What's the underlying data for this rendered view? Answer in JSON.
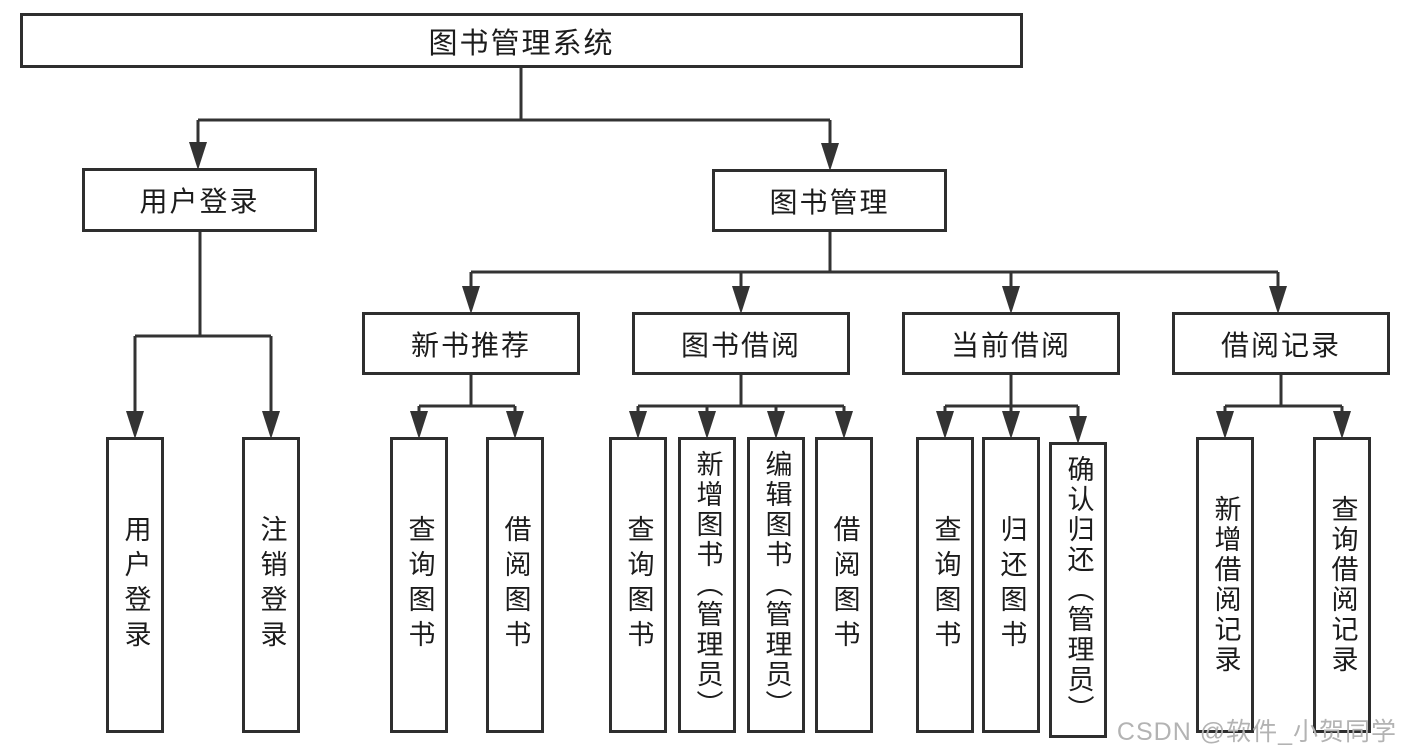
{
  "diagram": {
    "root": {
      "label": "图书管理系统"
    },
    "level2": [
      {
        "label": "用户登录"
      },
      {
        "label": "图书管理"
      }
    ],
    "level3": [
      {
        "label": "新书推荐"
      },
      {
        "label": "图书借阅"
      },
      {
        "label": "当前借阅"
      },
      {
        "label": "借阅记录"
      }
    ],
    "leaves": {
      "user_login": [
        {
          "label": "用户登录"
        },
        {
          "label": "注销登录"
        }
      ],
      "new_books": [
        {
          "label": "查询图书"
        },
        {
          "label": "借阅图书"
        }
      ],
      "book_borrow": [
        {
          "label": "查询图书"
        },
        {
          "label": "新增图书（管理员）"
        },
        {
          "label": "编辑图书（管理员）"
        },
        {
          "label": "借阅图书"
        }
      ],
      "current_borrow": [
        {
          "label": "查询图书"
        },
        {
          "label": "归还图书"
        },
        {
          "label": "确认归还（管理员）"
        }
      ],
      "borrow_records": [
        {
          "label": "新增借阅记录"
        },
        {
          "label": "查询借阅记录"
        }
      ]
    }
  },
  "watermark": {
    "text": "CSDN @软件_小贺同学"
  },
  "colors": {
    "line": "#333333",
    "border": "#2e2e2e",
    "text": "#1c1c1c",
    "watermark": "#b3b3b3",
    "background": "#ffffff"
  }
}
